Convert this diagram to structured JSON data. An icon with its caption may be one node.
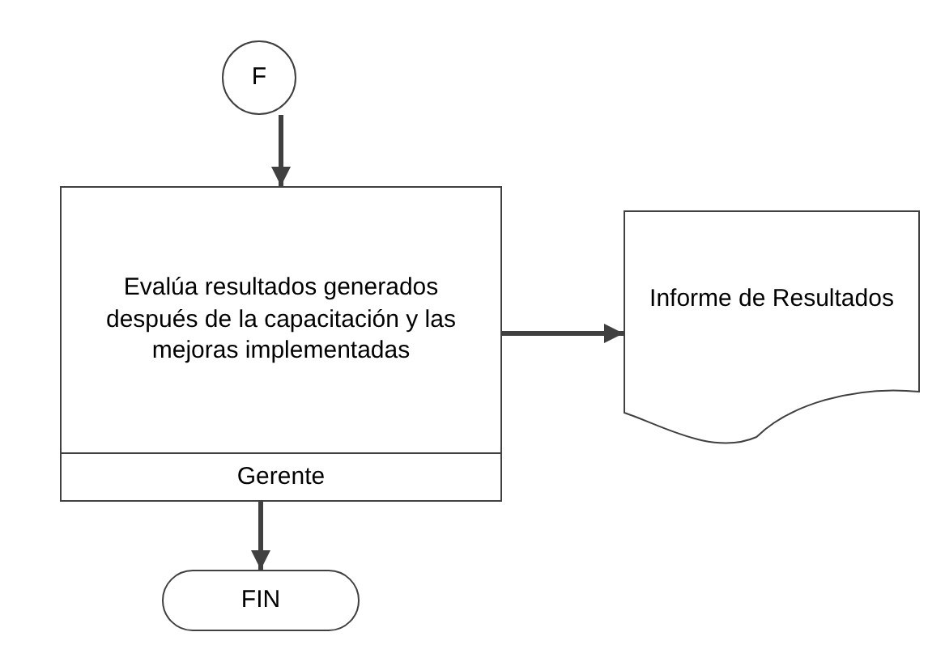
{
  "diagram": {
    "nodes": [
      {
        "text": [
          "F"
        ]
      },
      {
        "text": [
          "Evalúa resultados generados después de la capacitación y las mejoras implementadas",
          "Gerente"
        ]
      },
      {
        "text": [
          "Informe de Resultados"
        ]
      },
      {
        "text": [
          "FIN"
        ]
      }
    ],
    "edges": [
      {
        "from": 0,
        "to": 1,
        "arrow": "to"
      },
      {
        "from": 1,
        "to": 2,
        "arrow": "to"
      },
      {
        "from": 1,
        "to": 3,
        "arrow": "to"
      }
    ]
  }
}
